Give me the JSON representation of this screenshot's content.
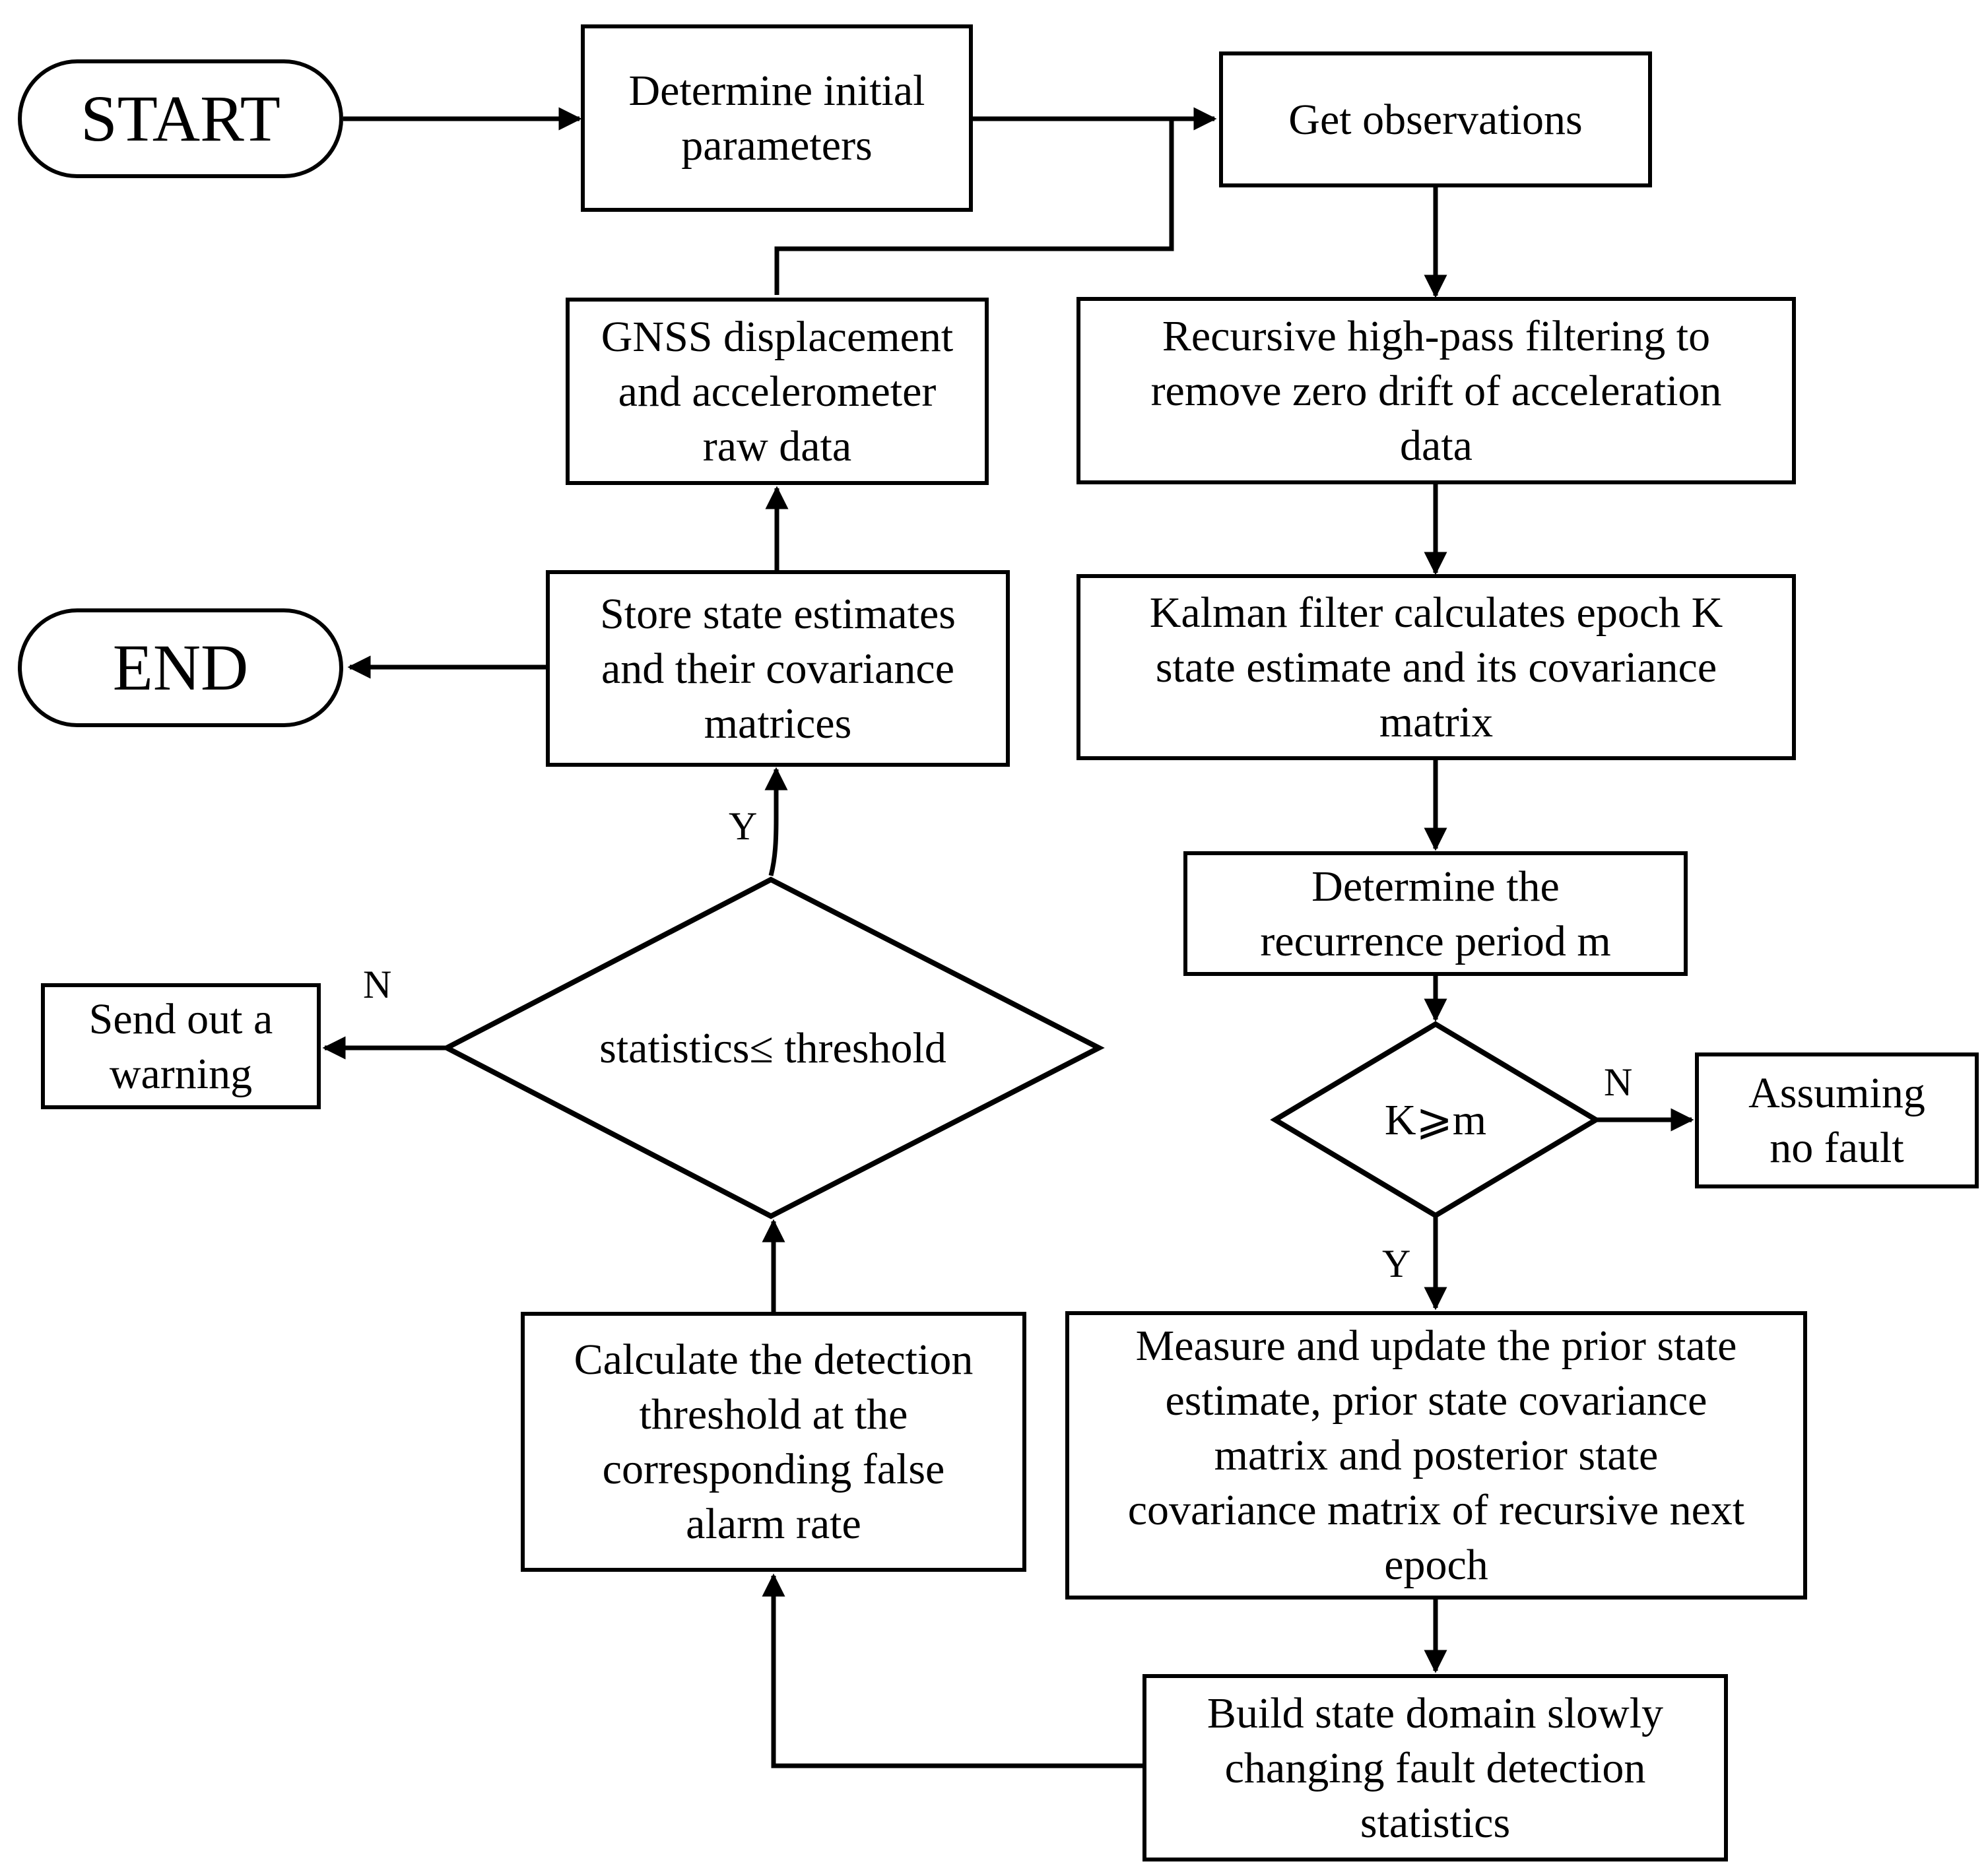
{
  "nodes": {
    "start": "START",
    "end": "END",
    "determine_params": "Determine initial\nparameters",
    "get_obs": "Get observations",
    "highpass": "Recursive high-pass filtering to\nremove zero drift of acceleration\ndata",
    "kalman": "Kalman filter calculates epoch K\nstate estimate and its covariance\nmatrix",
    "recurrence": "Determine the\nrecurrence period m",
    "k_ge_m": "K⩾m",
    "assuming": "Assuming\nno fault",
    "measure_update": "Measure and update the prior state\nestimate, prior state covariance\nmatrix and posterior state\ncovariance matrix of recursive next\nepoch",
    "build_stats": "Build state domain slowly\nchanging fault detection\nstatistics",
    "calc_threshold": "Calculate the detection\nthreshold at the\ncorresponding false\nalarm rate",
    "stat_threshold": "statistics≤ threshold",
    "warning": "Send out a\nwarning",
    "store": "Store state estimates\nand their covariance\nmatrices",
    "gnss": "GNSS displacement\nand accelerometer\nraw data"
  },
  "labels": {
    "k_no": "N",
    "k_yes": "Y",
    "stat_no": "N",
    "stat_yes": "Y"
  }
}
